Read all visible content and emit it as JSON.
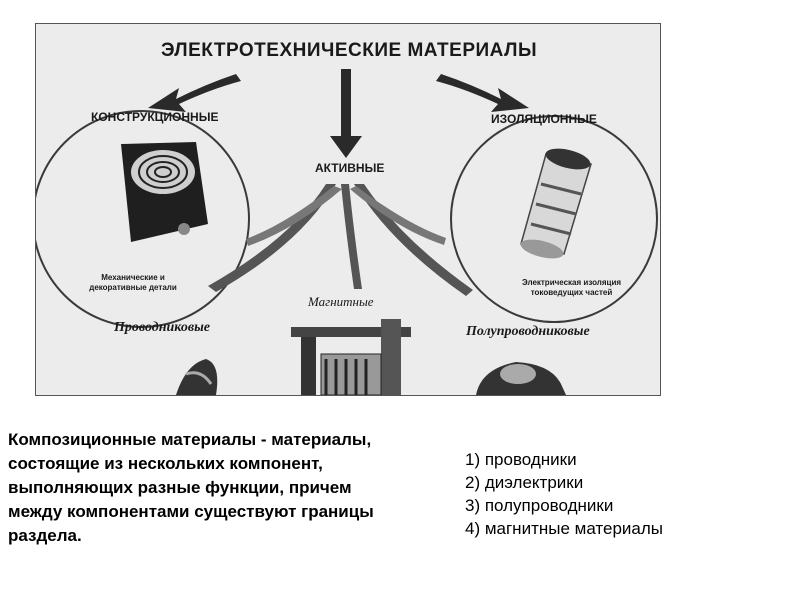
{
  "image_labels": {
    "title": "ЭЛЕКТРОТЕХНИЧЕСКИЕ МАТЕРИАЛЫ",
    "constructional": "КОНСТРУКЦИОННЫЕ",
    "insulating": "ИЗОЛЯЦИОННЫЕ",
    "active": "АКТИВНЫЕ",
    "magnetic": "Магнитные",
    "conductor": "Проводниковые",
    "semiconductor": "Полупроводниковые",
    "mechanical_parts": "Механические и декоративные детали",
    "electrical_insulation": "Электрическая изоляция токоведущих частей"
  },
  "definition": "Композиционные материалы - материалы, состоящие из нескольких компонент, выполняющих разные функции, причем между компонентами существуют границы раздела.",
  "list_items": [
    "1) проводники",
    "2) диэлектрики",
    "3) полупроводники",
    "4) магнитные  материалы"
  ]
}
